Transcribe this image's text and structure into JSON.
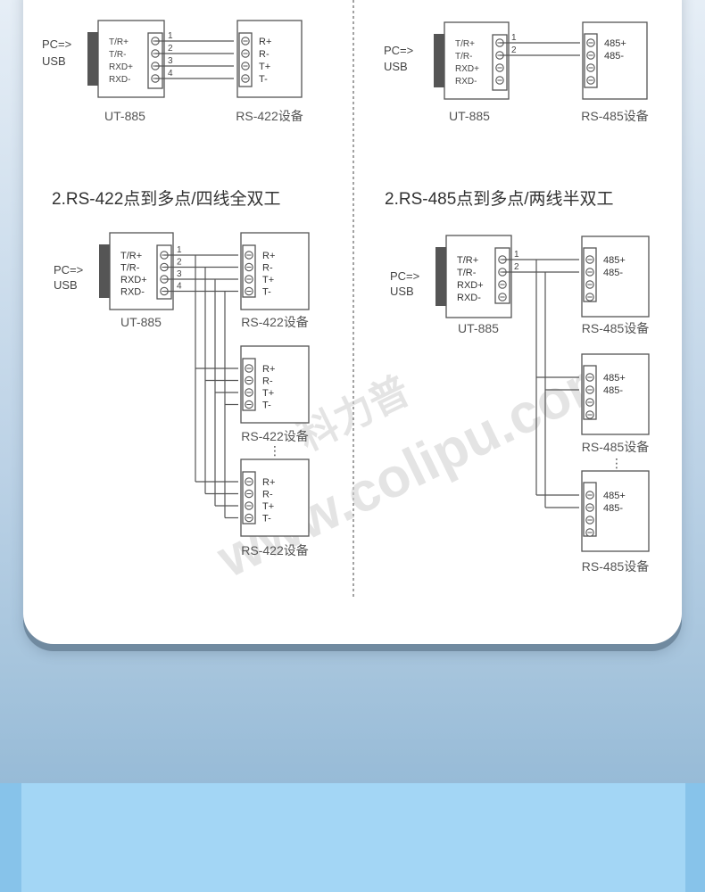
{
  "labels": {
    "pc_line1": "PC=>",
    "pc_line2": "USB",
    "converter": "UT-885",
    "rs422_device": "RS-422设备",
    "rs485_device": "RS-485设备",
    "section_rs422_multi": "2.RS-422点到多点/四线全双工",
    "section_rs485_multi": "2.RS-485点到多点/两线半双工"
  },
  "converter_pins": [
    "T/R+",
    "T/R-",
    "RXD+",
    "RXD-"
  ],
  "rs422_device_pins": [
    "R+",
    "R-",
    "T+",
    "T-"
  ],
  "rs485_device_pins": [
    "485+",
    "485-"
  ],
  "wire_numbers_422": [
    "1",
    "2",
    "3",
    "4"
  ],
  "wire_numbers_485": [
    "1",
    "2"
  ],
  "ellipsis": "⋮",
  "watermark": {
    "cn": "科力普",
    "url": "www.colipu.com"
  },
  "colors": {
    "line": "#555555",
    "card": "#ffffff",
    "bottom_band": "#87c3ea"
  }
}
